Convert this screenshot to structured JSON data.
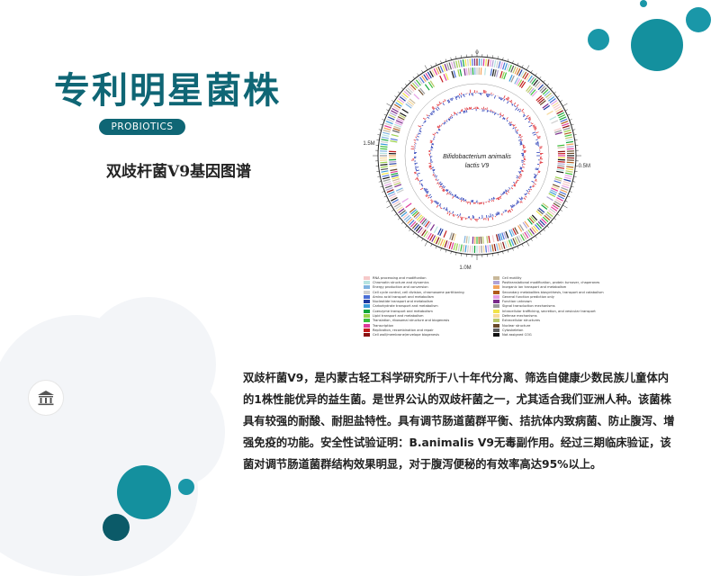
{
  "colors": {
    "brand": "#0f6675",
    "accent": "#1a97a8",
    "teal_dark": "#0b5a68",
    "background_blob": "#f3f5f8"
  },
  "header": {
    "title": "专利明星菌株",
    "tag": "PROBIOTICS",
    "subtitle": "双歧杆菌V9基因图谱"
  },
  "genome_map": {
    "center_label_line1": "Bifidobacterium animalis",
    "center_label_line2": "lactis V9",
    "tick_labels": {
      "top": "0",
      "right": "0.5M",
      "bottom": "1.0M",
      "left": "1.5M"
    },
    "legend": [
      {
        "label": "RNA processing and modification",
        "color": "#f6c9c9"
      },
      {
        "label": "Chromatin structure and dynamics",
        "color": "#b6e3e0"
      },
      {
        "label": "Energy production and conversion",
        "color": "#7fb3e0"
      },
      {
        "label": "Cell cycle control, cell division, chromosome partitioning",
        "color": "#cfcfcf"
      },
      {
        "label": "Amino acid transport and metabolism",
        "color": "#4a6fd6"
      },
      {
        "label": "Nucleotide transport and metabolism",
        "color": "#1f3aa0"
      },
      {
        "label": "Carbohydrate transport and metabolism",
        "color": "#3a9ad9"
      },
      {
        "label": "Coenzyme transport and metabolism",
        "color": "#12a63a"
      },
      {
        "label": "Lipid transport and metabolism",
        "color": "#9ad14b"
      },
      {
        "label": "Translation, ribosomal structure and biogenesis",
        "color": "#3bbf3b"
      },
      {
        "label": "Transcription",
        "color": "#e03a9a"
      },
      {
        "label": "Replication, recombination and repair",
        "color": "#c21a1a"
      },
      {
        "label": "Cell wall/membrane/envelope biogenesis",
        "color": "#8a1010"
      },
      {
        "label": "Cell motility",
        "color": "#c8b89a"
      },
      {
        "label": "Posttranslational modification, protein turnover, chaperones",
        "color": "#b0a2d6"
      },
      {
        "label": "Inorganic ion transport and metabolism",
        "color": "#f3a35b"
      },
      {
        "label": "Secondary metabolites biosynthesis, transport and catabolism",
        "color": "#b05a1a"
      },
      {
        "label": "General function prediction only",
        "color": "#e5a0e5"
      },
      {
        "label": "Function unknown",
        "color": "#7a2a8a"
      },
      {
        "label": "Signal transduction mechanisms",
        "color": "#9a9a9a"
      },
      {
        "label": "Intracellular trafficking, secretion, and vesicular transport",
        "color": "#f1e34a"
      },
      {
        "label": "Defense mechanisms",
        "color": "#f7d99a"
      },
      {
        "label": "Extracellular structures",
        "color": "#b9c86a"
      },
      {
        "label": "Nuclear structure",
        "color": "#6a4a2a"
      },
      {
        "label": "Cytoskeleton",
        "color": "#5a5a5a"
      },
      {
        "label": "Not assigned COG",
        "color": "#111111"
      }
    ]
  },
  "description": "双歧杆菌V9，是内蒙古轻工科学研究所于八十年代分离、筛选自健康少数民族儿童体内的1株性能优异的益生菌。是世界公认的双歧杆菌之一，尤其适合我们亚洲人种。该菌株具有较强的耐酸、耐胆盐特性。具有调节肠道菌群平衡、拮抗体内致病菌、防止腹泻、增强免疫的功能。安全性试验证明：B.animalis V9无毒副作用。经过三期临床验证，该菌对调节肠道菌群结构效果明显，对于腹泻便秘的有效率高达95%以上。",
  "icon": {
    "name": "bank-icon"
  }
}
